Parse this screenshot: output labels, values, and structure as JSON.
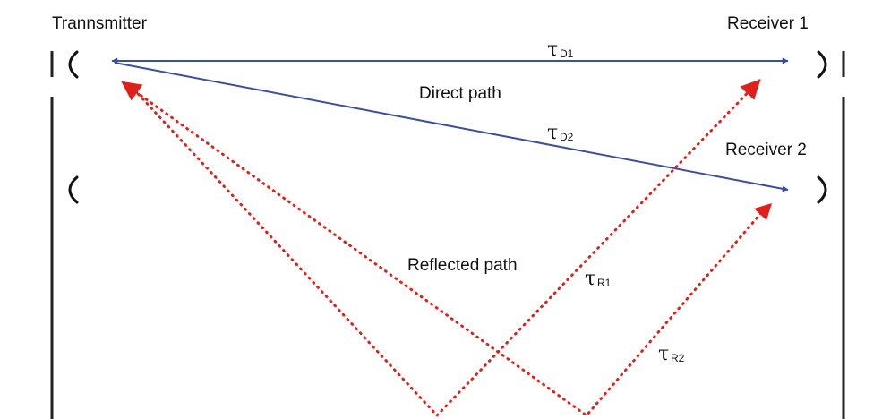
{
  "labels": {
    "transmitter": "Trannsmitter",
    "receiver1": "Receiver 1",
    "receiver2": "Receiver 2",
    "direct_path": "Direct path",
    "reflected_path": "Reflected path"
  },
  "delays": {
    "d1": {
      "symbol": "τ",
      "sub": "D1"
    },
    "d2": {
      "symbol": "τ",
      "sub": "D2"
    },
    "r1": {
      "symbol": "τ",
      "sub": "R1"
    },
    "r2": {
      "symbol": "τ",
      "sub": "R2"
    }
  },
  "colors": {
    "direct": "#3a4fa0",
    "reflected": "#e0201c",
    "wall": "#222222"
  }
}
